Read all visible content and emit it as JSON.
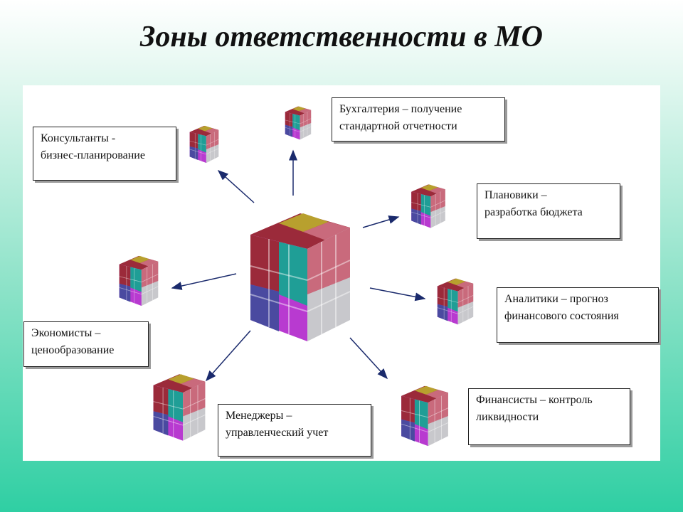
{
  "slide": {
    "title": "Зоны ответственности в МО"
  },
  "zones": [
    {
      "id": "consultants",
      "line1": "Консультанты -",
      "line2": "бизнес-планирование"
    },
    {
      "id": "accounting",
      "line1": "Бухгалтерия – получение",
      "line2": "стандартной отчетности"
    },
    {
      "id": "planners",
      "line1": "Плановики –",
      "line2": "разработка бюджета"
    },
    {
      "id": "analysts",
      "line1": "Аналитики – прогноз",
      "line2": "финансового состояния"
    },
    {
      "id": "economists",
      "line1": "Экономисты –",
      "line2": "ценообразование"
    },
    {
      "id": "managers",
      "line1": "Менеджеры –",
      "line2": "управленческий учет"
    },
    {
      "id": "financiers",
      "line1": "Финансисты – контроль",
      "line2": "ликвидности"
    }
  ],
  "colors": {
    "cube_top_red": "#9b2a3a",
    "cube_top_olive": "#b8a02e",
    "cube_top_pink": "#c96a7c",
    "cube_teal": "#1f9e96",
    "cube_magenta": "#b83ad0",
    "cube_grey": "#c8c8cc",
    "cube_navy": "#4a4aa0",
    "arrow": "#1a2a6c"
  }
}
